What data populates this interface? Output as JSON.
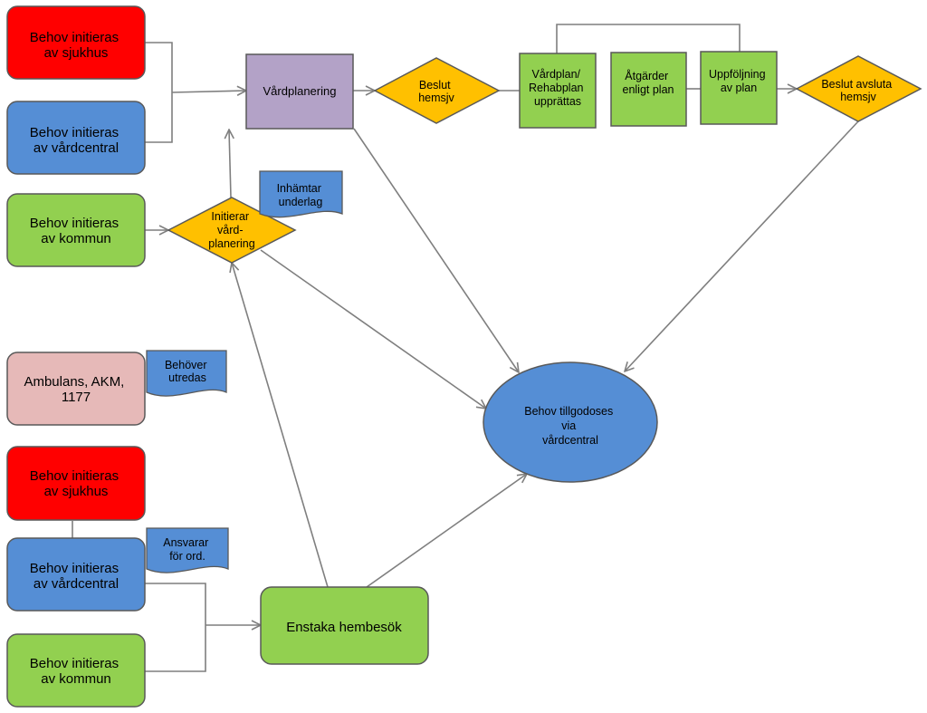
{
  "colors": {
    "red": "#ff0000",
    "blue": "#558ed5",
    "green": "#92d050",
    "purple": "#b3a2c7",
    "yellow": "#ffc000",
    "pink": "#e6b9b8",
    "note_blue": "#558ed5",
    "stroke": "#595959",
    "connector": "#7f7f7f"
  },
  "nodes": {
    "sjukhus_top": [
      "Behov initieras",
      "av sjukhus"
    ],
    "vardcentral_top": [
      "Behov initieras",
      "av vårdcentral"
    ],
    "kommun_top": [
      "Behov initieras",
      "av kommun"
    ],
    "ambulans": [
      "Ambulans, AKM,",
      "1177"
    ],
    "sjukhus_bottom": [
      "Behov initieras",
      "av sjukhus"
    ],
    "vardcentral_bottom": [
      "Behov initieras",
      "av vårdcentral"
    ],
    "kommun_bottom": [
      "Behov initieras",
      "av kommun"
    ],
    "vardplanering": [
      "Vårdplanering"
    ],
    "beslut_hemsjv": [
      "Beslut",
      "hemsjv"
    ],
    "vardplan": [
      "Vårdplan/",
      "Rehabplan",
      "upprättas"
    ],
    "atgarder": [
      "Åtgärder",
      "enligt plan"
    ],
    "uppfoljning": [
      "Uppföljning",
      "av plan"
    ],
    "beslut_avsluta": [
      "Beslut avsluta",
      "hemsjv"
    ],
    "initierar": [
      "Initierar",
      "vård-",
      "planering"
    ],
    "tillgodoses": [
      "Behov tillgodoses",
      "via",
      "vårdcentral"
    ],
    "enstaka": [
      "Enstaka hembesök"
    ]
  },
  "notes": {
    "inhamtar": [
      "Inhämtar",
      "underlag"
    ],
    "behover": [
      "Behöver",
      "utredas"
    ],
    "ansvarar": [
      "Ansvarar",
      "för ord."
    ]
  }
}
